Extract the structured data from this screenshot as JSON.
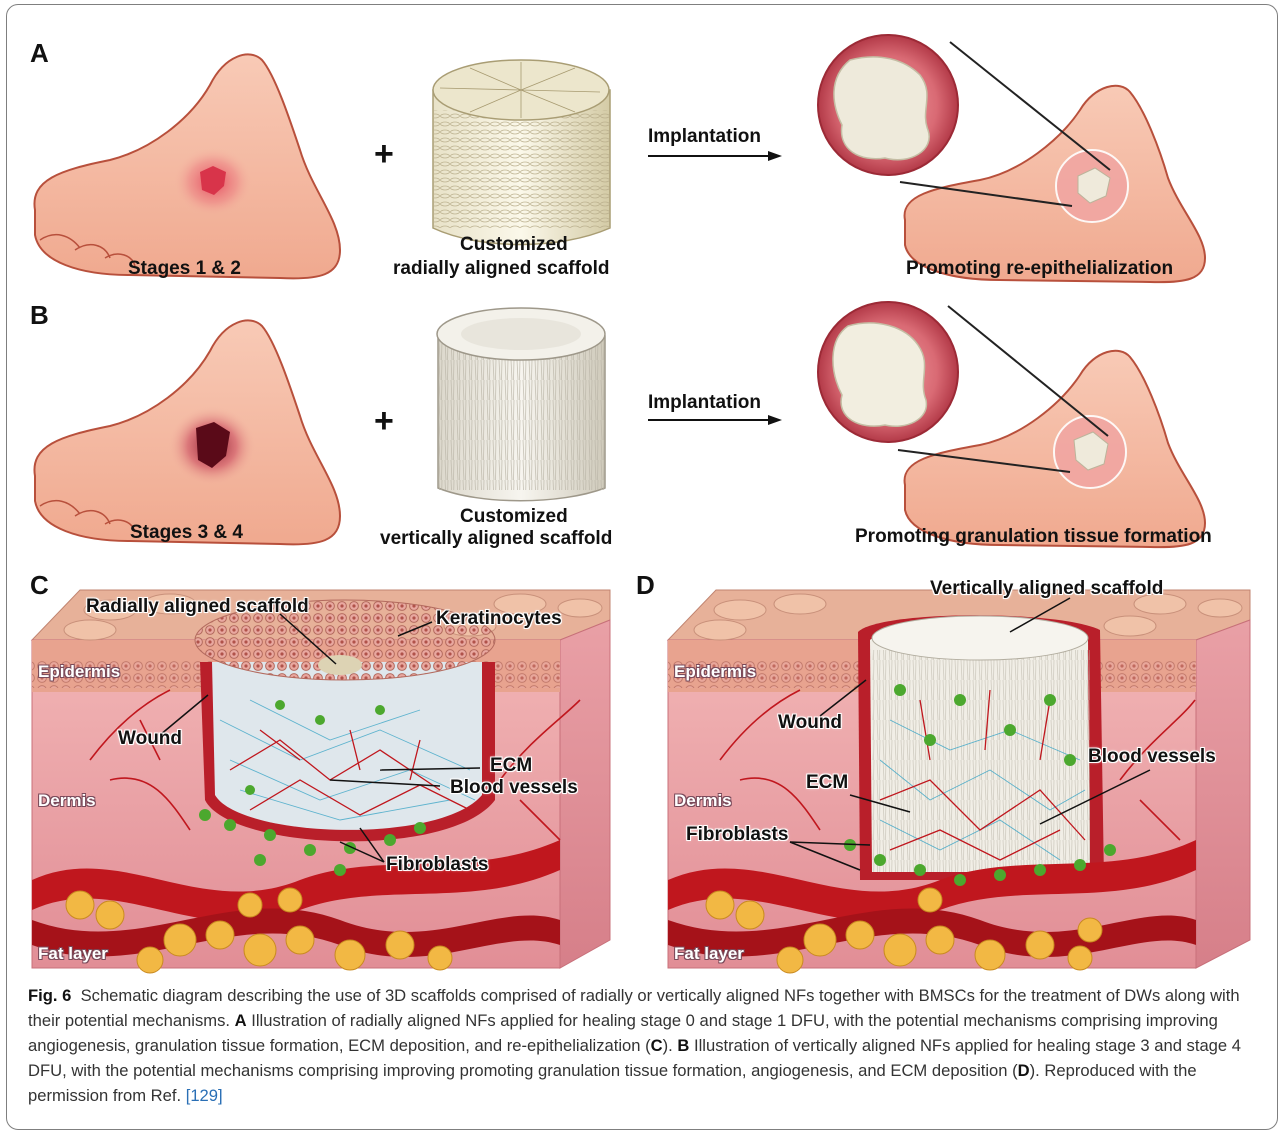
{
  "panels": {
    "A": {
      "letter": "A",
      "stage_label": "Stages 1 & 2",
      "plus": "+",
      "scaffold_label_line1": "Customized",
      "scaffold_label_line2": "radially aligned scaffold",
      "arrow_label": "Implantation",
      "result_label": "Promoting re-epithelialization"
    },
    "B": {
      "letter": "B",
      "stage_label": "Stages 3 & 4",
      "plus": "+",
      "scaffold_label_line1": "Customized",
      "scaffold_label_line2": "vertically aligned scaffold",
      "arrow_label": "Implantation",
      "result_label": "Promoting granulation tissue formation"
    },
    "C": {
      "letter": "C",
      "scaffold": "Radially aligned scaffold",
      "keratinocytes": "Keratinocytes",
      "epidermis": "Epidermis",
      "wound": "Wound",
      "ecm": "ECM",
      "blood_vessels": "Blood vessels",
      "dermis": "Dermis",
      "fibroblasts": "Fibroblasts",
      "fat_layer": "Fat layer"
    },
    "D": {
      "letter": "D",
      "scaffold": "Vertically aligned scaffold",
      "epidermis": "Epidermis",
      "wound": "Wound",
      "ecm": "ECM",
      "blood_vessels": "Blood vessels",
      "dermis": "Dermis",
      "fibroblasts": "Fibroblasts",
      "fat_layer": "Fat layer"
    }
  },
  "caption": {
    "fig": "Fig. 6",
    "text1": "Schematic diagram describing the use of 3D scaffolds comprised of radially or vertically aligned NFs together with BMSCs for the treatment of DWs along with their potential mechanisms.",
    "a": "A",
    "text2": "Illustration of radially aligned NFs applied for healing stage 0 and stage 1 DFU, with the potential mechanisms comprising improving angiogenesis, granulation tissue formation, ECM deposition, and re-epithelialization (",
    "c": "C",
    "text3": ").",
    "b": "B",
    "text4": "Illustration of vertically aligned NFs applied for healing stage 3 and stage 4 DFU, with the potential mechanisms comprising improving promoting granulation tissue formation, angiogenesis, and ECM deposition (",
    "d": "D",
    "text5": "). Reproduced with the permission from Ref.",
    "ref": "[129]"
  },
  "colors": {
    "skin": "#f4b9a3",
    "skin_outline": "#b8503c",
    "wound_red": "#d8344a",
    "dermis": "#eaa3a6",
    "vessel": "#c0171e",
    "fat": "#f2b844",
    "fibroblast": "#4ca82e",
    "ecm": "#3fa7c7"
  }
}
